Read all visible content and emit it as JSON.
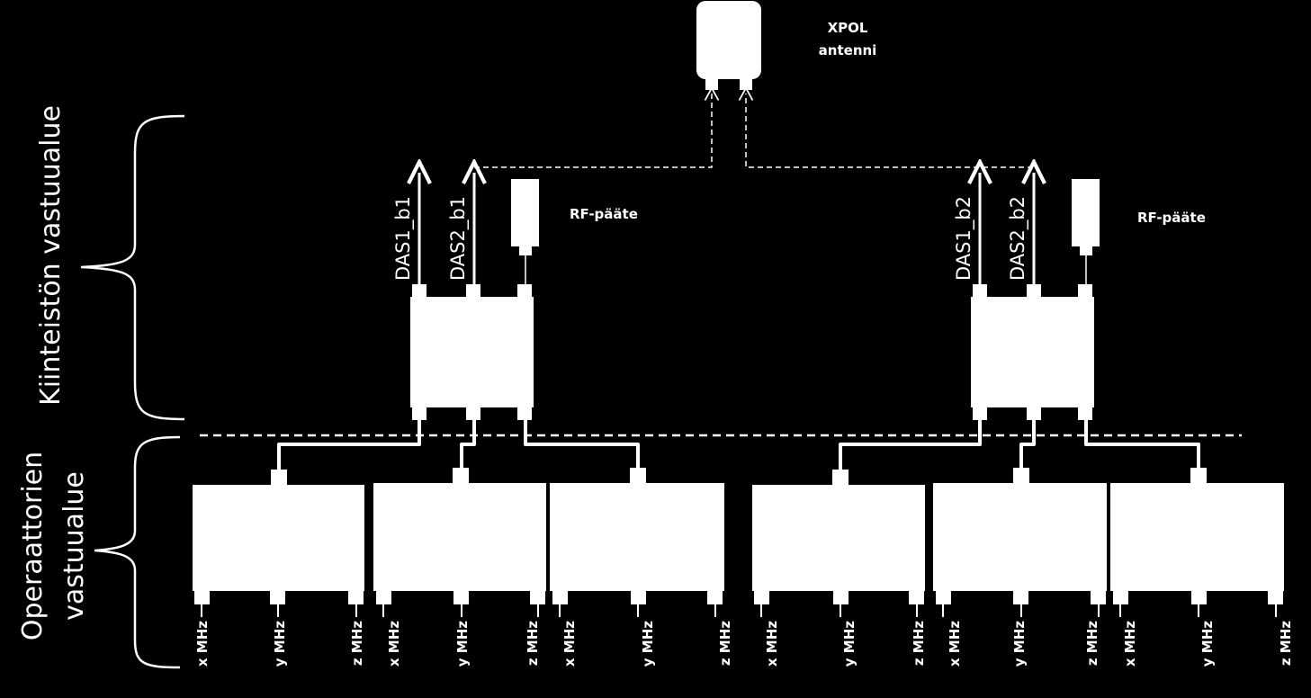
{
  "antenna": {
    "line1": "XPOL",
    "line2": "antenni"
  },
  "regions": {
    "property": "Kiinteistön vastuualue",
    "operators_line1": "Operaattorien",
    "operators_line2": "vastuualue"
  },
  "combiners": [
    {
      "ports": [
        "DAS1_b1",
        "DAS2_b1"
      ],
      "terminator": "RF-pääte"
    },
    {
      "ports": [
        "DAS1_b2",
        "DAS2_b2"
      ],
      "terminator": "RF-pääte"
    }
  ],
  "frequency_labels": [
    "x MHz",
    "y MHz",
    "z MHz"
  ],
  "colors": {
    "background": "#000000",
    "foreground": "#ffffff"
  }
}
